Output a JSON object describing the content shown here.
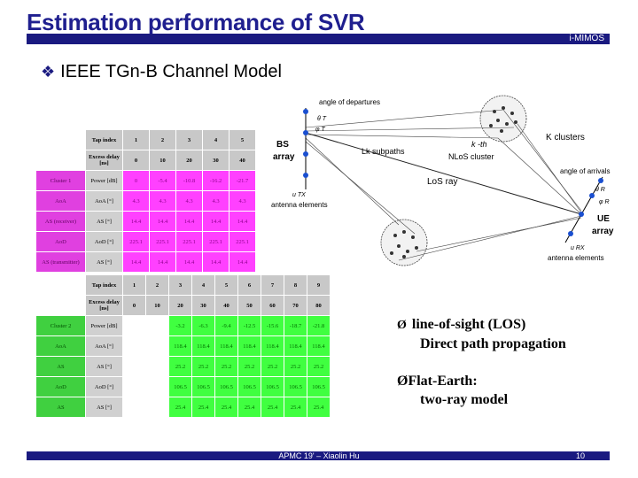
{
  "slide": {
    "title": "Estimation performance of SVR",
    "tag": "i-MIMOS",
    "bullet": "IEEE TGn-B Channel Model",
    "footer": "APMC 19' – Xiaolin Hu",
    "page": "10"
  },
  "points": [
    {
      "head": "line-of-sight (LOS)",
      "body": "Direct path propagation"
    },
    {
      "head": "Flat-Earth:",
      "body": "two-ray model"
    }
  ],
  "table1": {
    "header_rows": [
      {
        "label": "Tap index",
        "cells": [
          "1",
          "2",
          "3",
          "4",
          "5"
        ]
      },
      {
        "label": "Excess delay [ns]",
        "cells": [
          "0",
          "10",
          "20",
          "30",
          "40"
        ]
      }
    ],
    "cluster": "Cluster 1",
    "rows": [
      {
        "name": "",
        "param": "Power [dB]",
        "values": [
          "0",
          "-5.4",
          "-10.8",
          "-16.2",
          "-21.7"
        ]
      },
      {
        "name": "AoA",
        "param": "AoA [°]",
        "values": [
          "4.3",
          "4.3",
          "4.3",
          "4.3",
          "4.3"
        ]
      },
      {
        "name": "AS (receiver)",
        "param": "AS [°]",
        "values": [
          "14.4",
          "14.4",
          "14.4",
          "14.4",
          "14.4"
        ]
      },
      {
        "name": "AoD",
        "param": "AoD [°]",
        "values": [
          "225.1",
          "225.1",
          "225.1",
          "225.1",
          "225.1"
        ]
      },
      {
        "name": "AS (transmitter)",
        "param": "AS [°]",
        "values": [
          "14.4",
          "14.4",
          "14.4",
          "14.4",
          "14.4"
        ]
      }
    ]
  },
  "table2": {
    "header_rows": [
      {
        "label": "Tap index",
        "cells": [
          "1",
          "2",
          "3",
          "4",
          "5",
          "6",
          "7",
          "8",
          "9"
        ]
      },
      {
        "label": "Excess delay [ns]",
        "cells": [
          "0",
          "10",
          "20",
          "30",
          "40",
          "50",
          "60",
          "70",
          "80"
        ]
      }
    ],
    "cluster": "Cluster 2",
    "rows": [
      {
        "name": "",
        "param": "Power [dB]",
        "values": [
          "",
          "",
          "-3.2",
          "-6.3",
          "-9.4",
          "-12.5",
          "-15.6",
          "-18.7",
          "-21.8"
        ]
      },
      {
        "name": "AoA",
        "param": "AoA [°]",
        "values": [
          "",
          "",
          "118.4",
          "118.4",
          "118.4",
          "118.4",
          "118.4",
          "118.4",
          "118.4"
        ]
      },
      {
        "name": "AS",
        "param": "AS [°]",
        "values": [
          "",
          "",
          "25.2",
          "25.2",
          "25.2",
          "25.2",
          "25.2",
          "25.2",
          "25.2"
        ]
      },
      {
        "name": "AoD",
        "param": "AoD [°]",
        "values": [
          "",
          "",
          "106.5",
          "106.5",
          "106.5",
          "106.5",
          "106.5",
          "106.5",
          "106.5"
        ]
      },
      {
        "name": "AS",
        "param": "AS [°]",
        "values": [
          "",
          "",
          "25.4",
          "25.4",
          "25.4",
          "25.4",
          "25.4",
          "25.4",
          "25.4"
        ]
      }
    ]
  },
  "diagram": {
    "angle_departures": "angle of departures",
    "bs_array": [
      "BS",
      "array"
    ],
    "kth_nlos": [
      "k -th",
      "NLoS cluster"
    ],
    "k_clusters": "K clusters",
    "lk_subpaths": "Lk subpaths",
    "los_ray": "LoS ray",
    "angle_arrivals": "angle of arrivals",
    "antenna_elements_tx": "antenna elements",
    "ue_array": [
      "UE",
      "array"
    ],
    "antenna_elements_rx": "antenna elements",
    "utx": "u TX",
    "urx": "u RX",
    "theta_t": "θ T",
    "theta_r": "θ R",
    "phi_t": "φ T",
    "phi_r": "φ R"
  }
}
